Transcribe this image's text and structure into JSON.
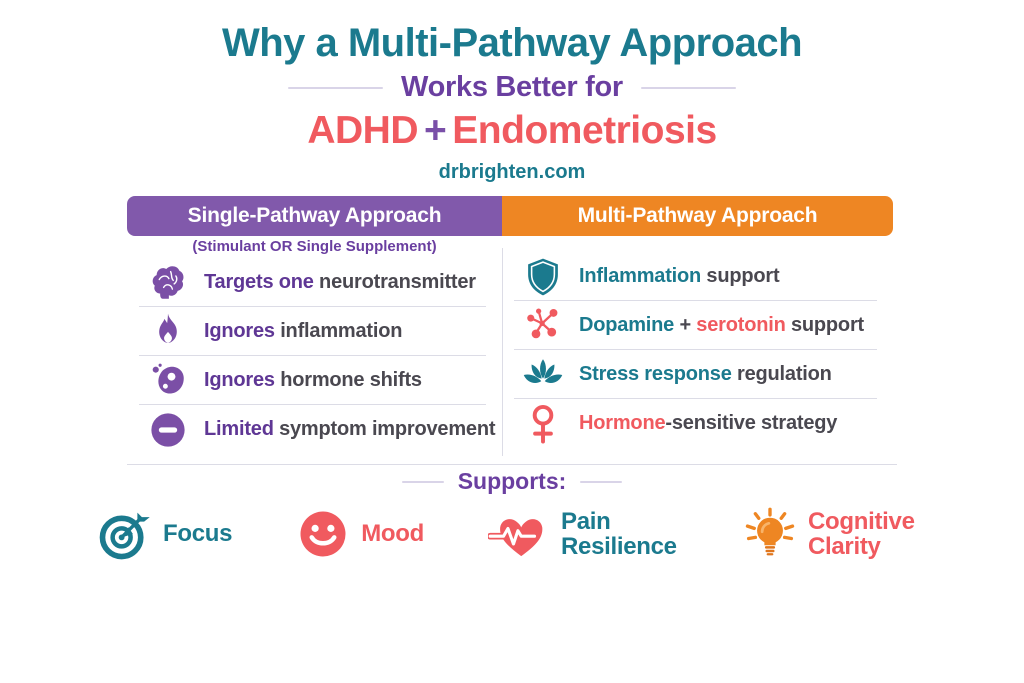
{
  "masthead": {
    "title_line1": "Why a Multi-Pathway Approach",
    "title_line2": "Works Better for",
    "condition_a": "ADHD",
    "condition_plus": "+",
    "condition_b": "Endometriosis",
    "website": "drbrighten.com"
  },
  "comparison": {
    "left": {
      "header": "Single-Pathway Approach",
      "subheader": "(Stimulant OR Single Supplement)",
      "items": [
        {
          "icon": "brain-icon",
          "segments": [
            {
              "t": "Targets one ",
              "c": "purple"
            },
            {
              "t": "neurotransmitter",
              "c": "dark"
            }
          ]
        },
        {
          "icon": "flame-icon",
          "segments": [
            {
              "t": "Ignores ",
              "c": "purple"
            },
            {
              "t": "inflammation",
              "c": "dark"
            }
          ]
        },
        {
          "icon": "hormone-drop-icon",
          "segments": [
            {
              "t": "Ignores ",
              "c": "purple"
            },
            {
              "t": "hormone shifts",
              "c": "dark"
            }
          ]
        },
        {
          "icon": "minus-circle-icon",
          "segments": [
            {
              "t": "Limited ",
              "c": "purple"
            },
            {
              "t": "symptom improvement",
              "c": "dark"
            }
          ]
        }
      ]
    },
    "right": {
      "header": "Multi-Pathway Approach",
      "items": [
        {
          "icon": "shield-icon",
          "segments": [
            {
              "t": "Inflammation ",
              "c": "teal"
            },
            {
              "t": "support",
              "c": "dark"
            }
          ]
        },
        {
          "icon": "molecule-icon",
          "segments": [
            {
              "t": "Dopamine ",
              "c": "teal"
            },
            {
              "t": "+ ",
              "c": "dark"
            },
            {
              "t": "serotonin ",
              "c": "coral"
            },
            {
              "t": "support",
              "c": "dark"
            }
          ]
        },
        {
          "icon": "lotus-icon",
          "segments": [
            {
              "t": "Stress response ",
              "c": "teal"
            },
            {
              "t": "regulation",
              "c": "dark"
            }
          ]
        },
        {
          "icon": "female-icon",
          "segments": [
            {
              "t": "Hormone",
              "c": "coral"
            },
            {
              "t": "-sensitive strategy",
              "c": "dark"
            }
          ]
        }
      ]
    }
  },
  "supports": {
    "label": "Supports:",
    "items": [
      {
        "icon": "target-icon",
        "label": "Focus",
        "color": "teal",
        "narrow": false
      },
      {
        "icon": "smiley-icon",
        "label": "Mood",
        "color": "coral",
        "narrow": false
      },
      {
        "icon": "heart-pulse-icon",
        "label": "Pain Resilience",
        "color": "teal",
        "narrow": true
      },
      {
        "icon": "lightbulb-icon",
        "label": "Cognitive Clarity",
        "color": "coral",
        "narrow": true
      }
    ]
  },
  "colors": {
    "teal": "#1b7a8e",
    "purple_text": "#5f3795",
    "purple_header": "#8159ab",
    "orange": "#ee8623",
    "coral": "#f05a5f",
    "dark_text": "#4a4850",
    "divider": "#dcdce6"
  }
}
